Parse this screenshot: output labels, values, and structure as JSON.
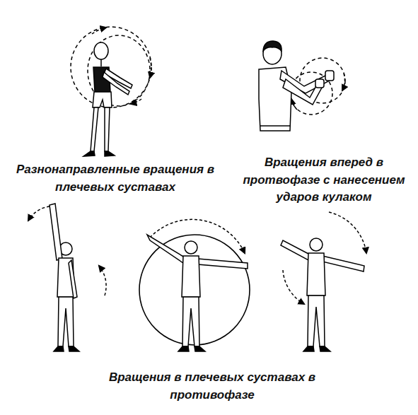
{
  "diagram": {
    "labels": [
      "Разнонаправленные вращения в плечевых суставах",
      "Вращения вперед в протвофазе с нанесением ударов кулаком",
      "Вращения в плечевых суставах в противофазе"
    ]
  }
}
